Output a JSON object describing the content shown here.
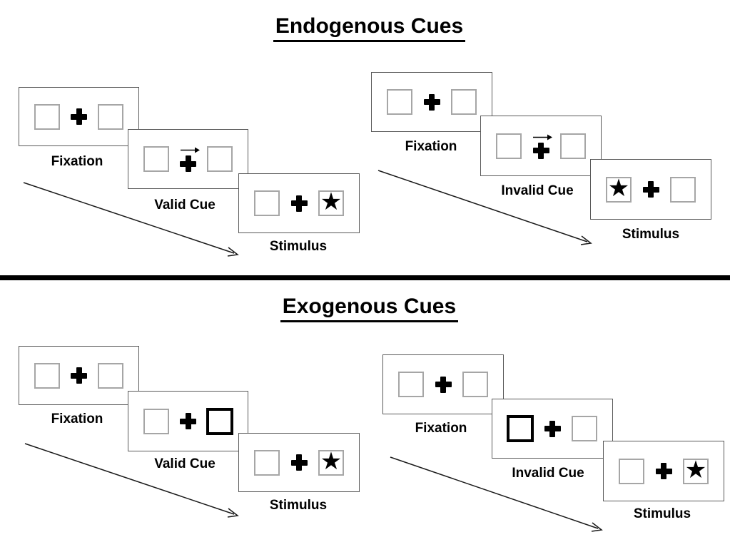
{
  "sections": {
    "endogenous": {
      "title": "Endogenous Cues",
      "valid": {
        "fixation": {
          "label": "Fixation"
        },
        "cue": {
          "label": "Valid Cue",
          "cue_type": "central-arrow",
          "cue_direction": "right"
        },
        "stimulus": {
          "label": "Stimulus",
          "left": "",
          "right": "★"
        }
      },
      "invalid": {
        "fixation": {
          "label": "Fixation"
        },
        "cue": {
          "label": "Invalid Cue",
          "cue_type": "central-arrow",
          "cue_direction": "right"
        },
        "stimulus": {
          "label": "Stimulus",
          "left": "★",
          "right": ""
        }
      }
    },
    "exogenous": {
      "title": "Exogenous Cues",
      "valid": {
        "fixation": {
          "label": "Fixation"
        },
        "cue": {
          "label": "Valid Cue",
          "cue_type": "peripheral-box",
          "highlighted_square": "right"
        },
        "stimulus": {
          "label": "Stimulus",
          "left": "",
          "right": "★"
        }
      },
      "invalid": {
        "fixation": {
          "label": "Fixation"
        },
        "cue": {
          "label": "Invalid Cue",
          "cue_type": "peripheral-box",
          "highlighted_square": "left"
        },
        "stimulus": {
          "label": "Stimulus",
          "left": "",
          "right": "★"
        }
      }
    }
  },
  "icons": {
    "fixation_cross": "plus-cross-icon",
    "cue_arrow": "right-arrow-icon",
    "target_star": "black-star-icon",
    "timeline": "diagonal-arrow-icon"
  },
  "colors": {
    "ink": "#000000",
    "panel_border": "#595959",
    "square_border": "#a6a6a6",
    "background": "#ffffff"
  }
}
